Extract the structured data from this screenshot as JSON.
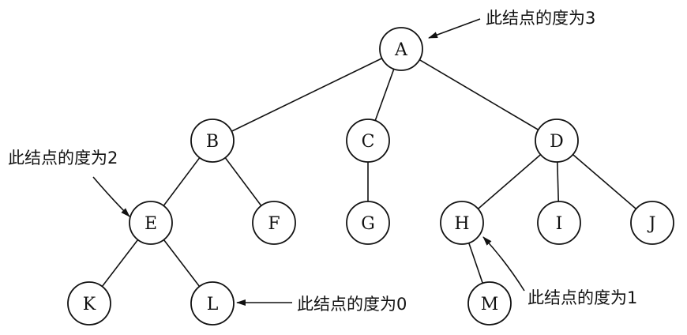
{
  "nodes": [
    "A",
    "B",
    "C",
    "D",
    "E",
    "F",
    "G",
    "H",
    "I",
    "J",
    "K",
    "L",
    "M"
  ],
  "edges": [
    [
      "A",
      "B"
    ],
    [
      "A",
      "C"
    ],
    [
      "A",
      "D"
    ],
    [
      "B",
      "E"
    ],
    [
      "B",
      "F"
    ],
    [
      "C",
      "G"
    ],
    [
      "D",
      "H"
    ],
    [
      "D",
      "I"
    ],
    [
      "D",
      "J"
    ],
    [
      "E",
      "K"
    ],
    [
      "E",
      "L"
    ],
    [
      "H",
      "M"
    ]
  ],
  "annotations": [
    {
      "target": "A",
      "text": "此结点的度为3"
    },
    {
      "target": "E",
      "text": "此结点的度为2"
    },
    {
      "target": "L",
      "text": "此结点的度为0"
    },
    {
      "target": "H",
      "text": "此结点的度为1"
    }
  ],
  "colors": {
    "stroke": "#111111",
    "fill": "#ffffff"
  }
}
